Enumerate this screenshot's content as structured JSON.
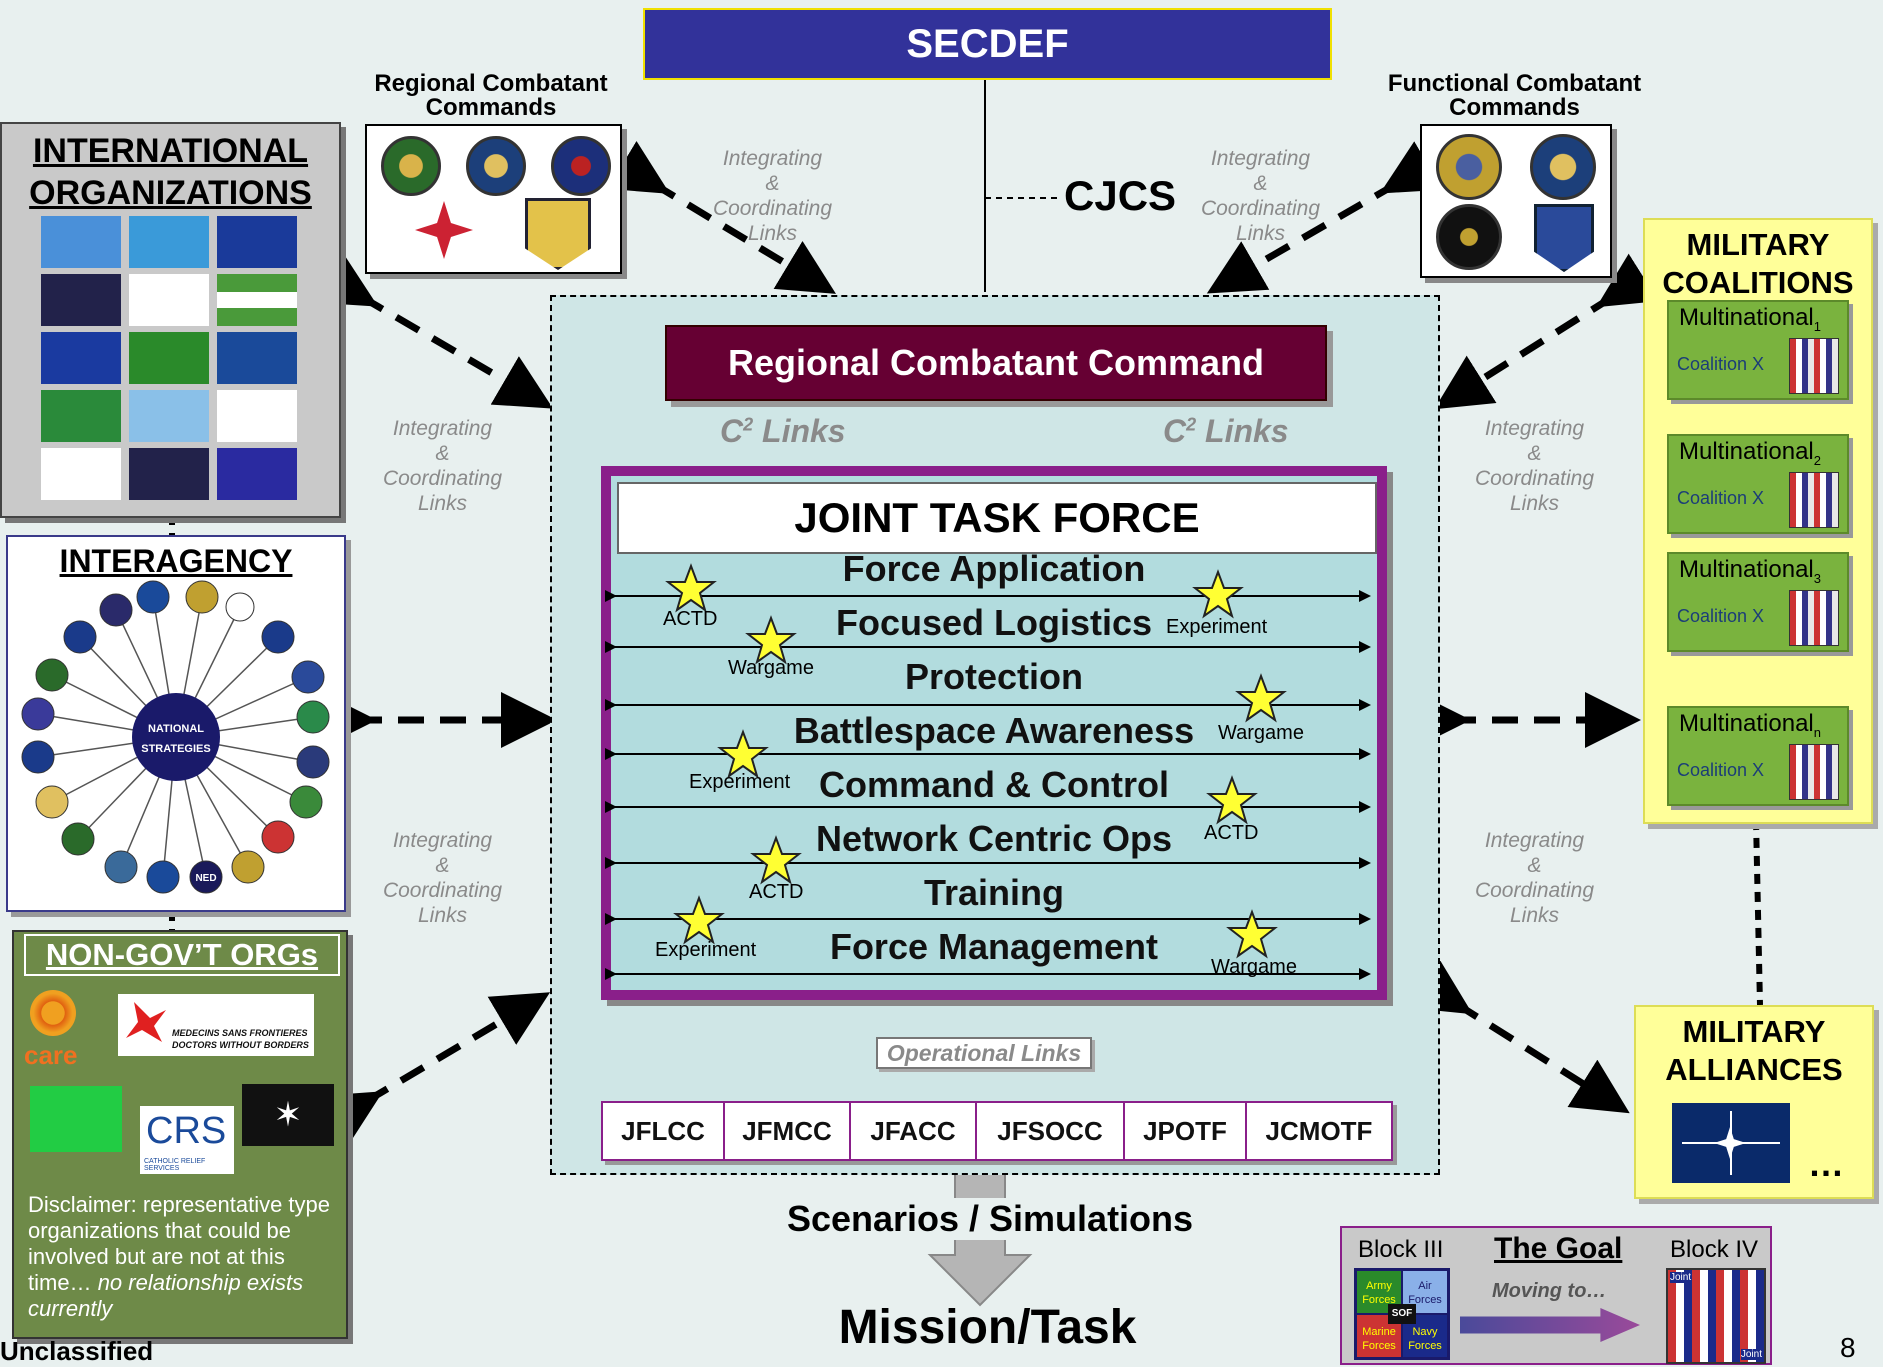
{
  "secdef": "SECDEF",
  "cjcs": "CJCS",
  "regional_cc": {
    "title_line1": "Regional Combatant",
    "title_line2": "Commands"
  },
  "functional_cc": {
    "title_line1": "Functional Combatant",
    "title_line2": "Commands"
  },
  "links": {
    "line1": "Integrating",
    "line2": "&",
    "line3": "Coordinating",
    "line4": "Links"
  },
  "rcc": "Regional Combatant Command",
  "c2_links": "Links",
  "c2_prefix": "C",
  "c2_sup": "2",
  "jtf": {
    "title": "JOINT TASK FORCE",
    "rows": [
      "Force Application",
      "Focused Logistics",
      "Protection",
      "Battlespace Awareness",
      "Command & Control",
      "Network Centric Ops",
      "Training",
      "Force Management"
    ],
    "tags": [
      "ACTD",
      "Experiment",
      "Wargame",
      "Wargame",
      "Experiment",
      "ACTD",
      "ACTD",
      "Experiment",
      "Wargame"
    ]
  },
  "operational_links": "Operational Links",
  "components": [
    "JFLCC",
    "JFMCC",
    "JFACC",
    "JFSOCC",
    "JPOTF",
    "JCMOTF"
  ],
  "scenarios": "Scenarios / Simulations",
  "mission": "Mission/Task",
  "intl_orgs": {
    "line1": "INTERNATIONAL",
    "line2": "ORGANIZATIONS"
  },
  "interagency": {
    "title": "INTERAGENCY",
    "center_line1": "NATIONAL",
    "center_line2": "STRATEGIES",
    "ned": "NED"
  },
  "ngo": {
    "title": "NON-GOV’T ORGs",
    "care": "care",
    "msf_line1": "MEDECINS SANS FRONTIERES",
    "msf_line2": "DOCTORS WITHOUT BORDERS",
    "crs": "CRS",
    "crs_sub": "CATHOLIC RELIEF SERVICES",
    "disclaimer": "Disclaimer:  representative type organizations that could be involved but are not at this time… ",
    "disclaimer_italic": "no relationship exists currently"
  },
  "coalitions": {
    "title_line1": "MILITARY",
    "title_line2": "COALITIONS",
    "multinational": "Multinational",
    "subs": [
      "1",
      "2",
      "3",
      "n"
    ],
    "coalition_x": "Coalition X"
  },
  "alliances": {
    "title_line1": "MILITARY",
    "title_line2": "ALLIANCES",
    "ellipsis": "…"
  },
  "goal": {
    "block3": "Block III",
    "title": "The Goal",
    "block4": "Block IV",
    "moving": "Moving to…",
    "army": "Army Forces",
    "air": "Air Forces",
    "sof": "SOF",
    "marine": "Marine Forces",
    "navy": "Navy Forces",
    "joint_top": "Joint",
    "joint_bot": "Joint"
  },
  "classification": "Unclassified",
  "page_number": "8",
  "colors": {
    "secdef": "#32329a",
    "rcc": "#660033",
    "jtf_border": "#8a1f8a",
    "jtf_bg": "#b2dcde",
    "outer_bg": "#cfe6e6",
    "ngo_bg": "#6e8a48",
    "coalitions_bg": "#ffff99"
  }
}
